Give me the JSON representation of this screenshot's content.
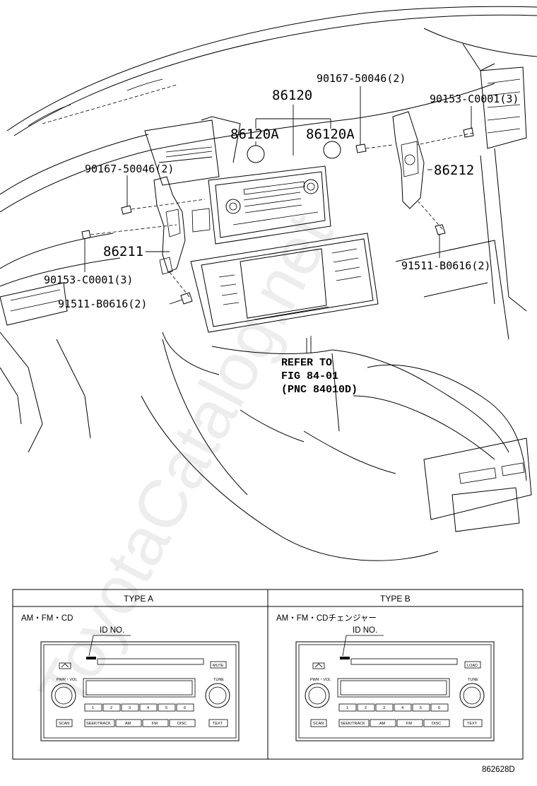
{
  "watermark": "ToyotaCatalog.net",
  "callouts": {
    "assembly": "86120",
    "knob_left": "86120A",
    "knob_right": "86120A",
    "bolt_top": "90167-50046(2)",
    "screw_top_right": "90153-C0001(3)",
    "bracket_right": "86212",
    "bolt_left": "90167-50046(2)",
    "bracket_left": "86211",
    "screw_left": "90153-C0001(3)",
    "nut_right": "91511-B0616(2)",
    "nut_left": "91511-B0616(2)",
    "refer_line1": "REFER TO",
    "refer_line2": "FIG 84-01",
    "refer_line3": "(PNC 84010D)"
  },
  "types": [
    {
      "header": "TYPE A",
      "subtitle": "AM・FM・CD",
      "id_label": "ID NO.",
      "power_label": "PWR・VOL",
      "tune_label": "TUNE",
      "top_right_button": "MUTE",
      "presets": [
        "1",
        "2",
        "3",
        "4",
        "5",
        "6"
      ],
      "bottom_buttons": [
        "SCAN",
        "SEEK/TRACK",
        "AM",
        "FM",
        "DISC",
        "TEXT"
      ]
    },
    {
      "header": "TYPE B",
      "subtitle": "AM・FM・CDチェンジャー",
      "id_label": "ID NO.",
      "power_label": "PWR・VOL",
      "tune_label": "TUNE",
      "top_right_button": "LOAD",
      "presets": [
        "1",
        "2",
        "3",
        "4",
        "5",
        "6"
      ],
      "bottom_buttons": [
        "SCAN",
        "SEEK/TRACK",
        "AM",
        "FM",
        "DISC",
        "TEXT"
      ]
    }
  ],
  "figure_number": "862628D"
}
